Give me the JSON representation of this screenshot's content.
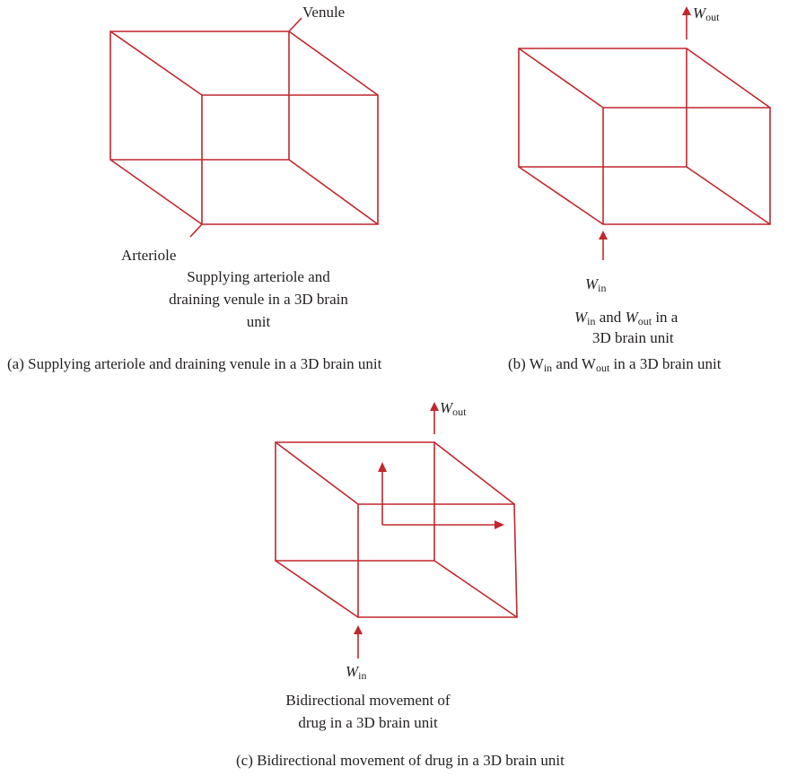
{
  "panel_a": {
    "venule_label": "Venule",
    "arteriole_label": "Arteriole",
    "inner_caption_lines": [
      "Supplying arteriole and",
      "draining venule in a 3D brain",
      "unit"
    ],
    "caption": "(a) Supplying arteriole and draining venule in a 3D brain unit"
  },
  "panel_b": {
    "w_symbol": "W",
    "out_sub": "out",
    "in_sub": "in",
    "and_text": " and ",
    "in_a_text": " in a",
    "inner_caption_line2": "3D brain unit",
    "caption_prefix": "(b) W",
    "caption_mid": " and W",
    "caption_suffix": " in a 3D brain unit"
  },
  "panel_c": {
    "w_symbol": "W",
    "out_sub": "out",
    "in_sub": "in",
    "inner_caption_lines": [
      "Bidirectional movement of",
      "drug in a 3D brain unit"
    ],
    "caption": "(c) Bidirectional movement of drug in a 3D brain unit"
  },
  "colors": {
    "line": "#c1272d",
    "text": "#231f20"
  }
}
